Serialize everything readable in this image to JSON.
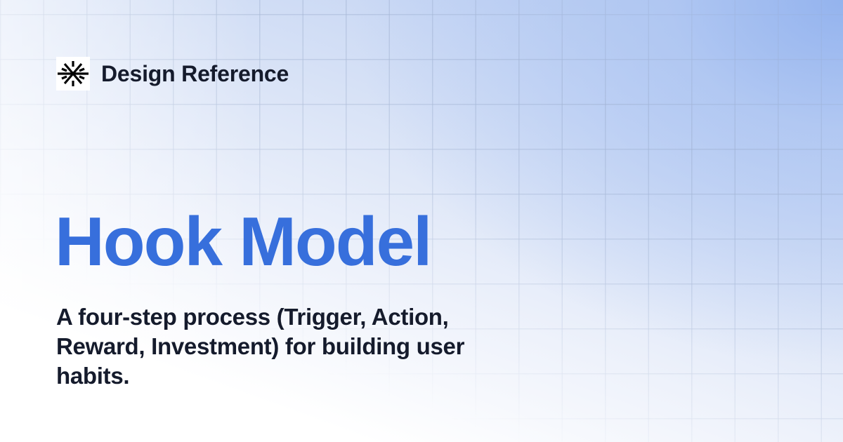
{
  "brand": {
    "name": "Design Reference",
    "logo_icon": "starburst-icon"
  },
  "hero": {
    "title": "Hook Model",
    "subtitle": "A four-step process (Trigger, Action, Reward, Investment) for building user habits."
  },
  "colors": {
    "title": "#376fdc",
    "text": "#151b2c",
    "background_top_right": "#9db9ee",
    "background_bottom_left": "#ffffff",
    "grid_line": "#b0bfdc"
  }
}
